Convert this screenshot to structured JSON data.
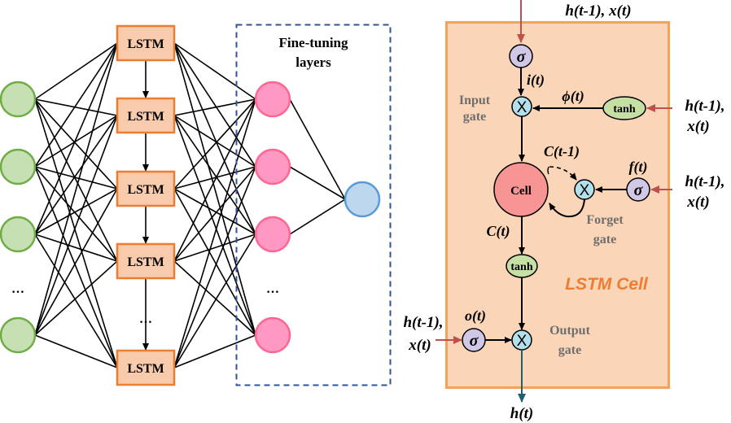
{
  "colors": {
    "input_node_fill": "#c6e0b4",
    "input_node_stroke": "#70ad47",
    "lstm_box_fill": "#f8cbad",
    "lstm_box_stroke": "#ed7d31",
    "finetune_node_fill": "#ff99c4",
    "finetune_node_stroke": "#ff6690",
    "output_node_fill": "#bdd7ee",
    "output_node_stroke": "#5b9bd5",
    "dashed_box_stroke": "#2f5597",
    "cell_box_fill": "#fbd5b7",
    "cell_box_stroke": "#f4a25a",
    "sigma_fill": "#d0c8e6",
    "mult_fill": "#b4e0ec",
    "tanh_fill": "#c5dfa5",
    "cell_fill": "#f79594",
    "cell_stroke": "#c00000",
    "input_arrow": "#c0504d",
    "output_arrow": "#1f5f6e",
    "gate_label": "#6e6e6e",
    "cell_title": "#ed7d31"
  },
  "network": {
    "input_layer": {
      "nodes": 4,
      "ellipsis": "…"
    },
    "lstm_layer": {
      "labels": [
        "LSTM",
        "LSTM",
        "LSTM",
        "LSTM",
        "LSTM"
      ],
      "ellipsis": "…"
    },
    "finetune_layer": {
      "title_line1": "Fine-tuning",
      "title_line2": "layers",
      "nodes": 4,
      "ellipsis": "…"
    },
    "output_layer": {
      "nodes": 1
    }
  },
  "lstm_cell": {
    "title": "LSTM Cell",
    "top_input": "h(t-1), x(t)",
    "right_input_1_line1": "h(t-1),",
    "right_input_1_line2": "x(t)",
    "right_input_2_line1": "h(t-1),",
    "right_input_2_line2": "x(t)",
    "left_input_line1": "h(t-1),",
    "left_input_line2": "x(t)",
    "output": "h(t)",
    "sigma_symbol": "σ",
    "mult_symbol": "X",
    "tanh_label": "tanh",
    "cell_label": "Cell",
    "i_t": "i(t)",
    "phi_t": "ϕ(t)",
    "c_t_minus_1": "C(t-1)",
    "f_t": "f(t)",
    "c_t": "C(t)",
    "o_t": "o(t)",
    "input_gate_line1": "Input",
    "input_gate_line2": "gate",
    "forget_gate_line1": "Forget",
    "forget_gate_line2": "gate",
    "output_gate_line1": "Output",
    "output_gate_line2": "gate"
  }
}
